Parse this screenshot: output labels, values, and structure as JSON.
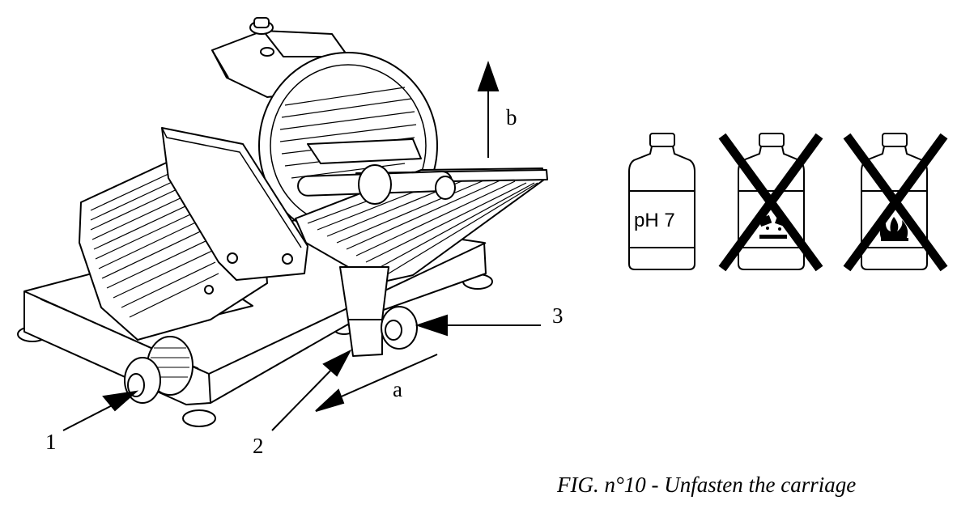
{
  "callouts": {
    "one": "1",
    "two": "2",
    "three": "3",
    "a": "a",
    "b": "b"
  },
  "bottles": {
    "allowed_label": "pH 7",
    "allowed_name": "neutral-detergent",
    "forbidden": [
      "corrosive-product",
      "flammable-product"
    ]
  },
  "caption": "FIG. n°10 - Unfasten the carriage",
  "colors": {
    "ink": "#000000",
    "paper": "#ffffff"
  }
}
